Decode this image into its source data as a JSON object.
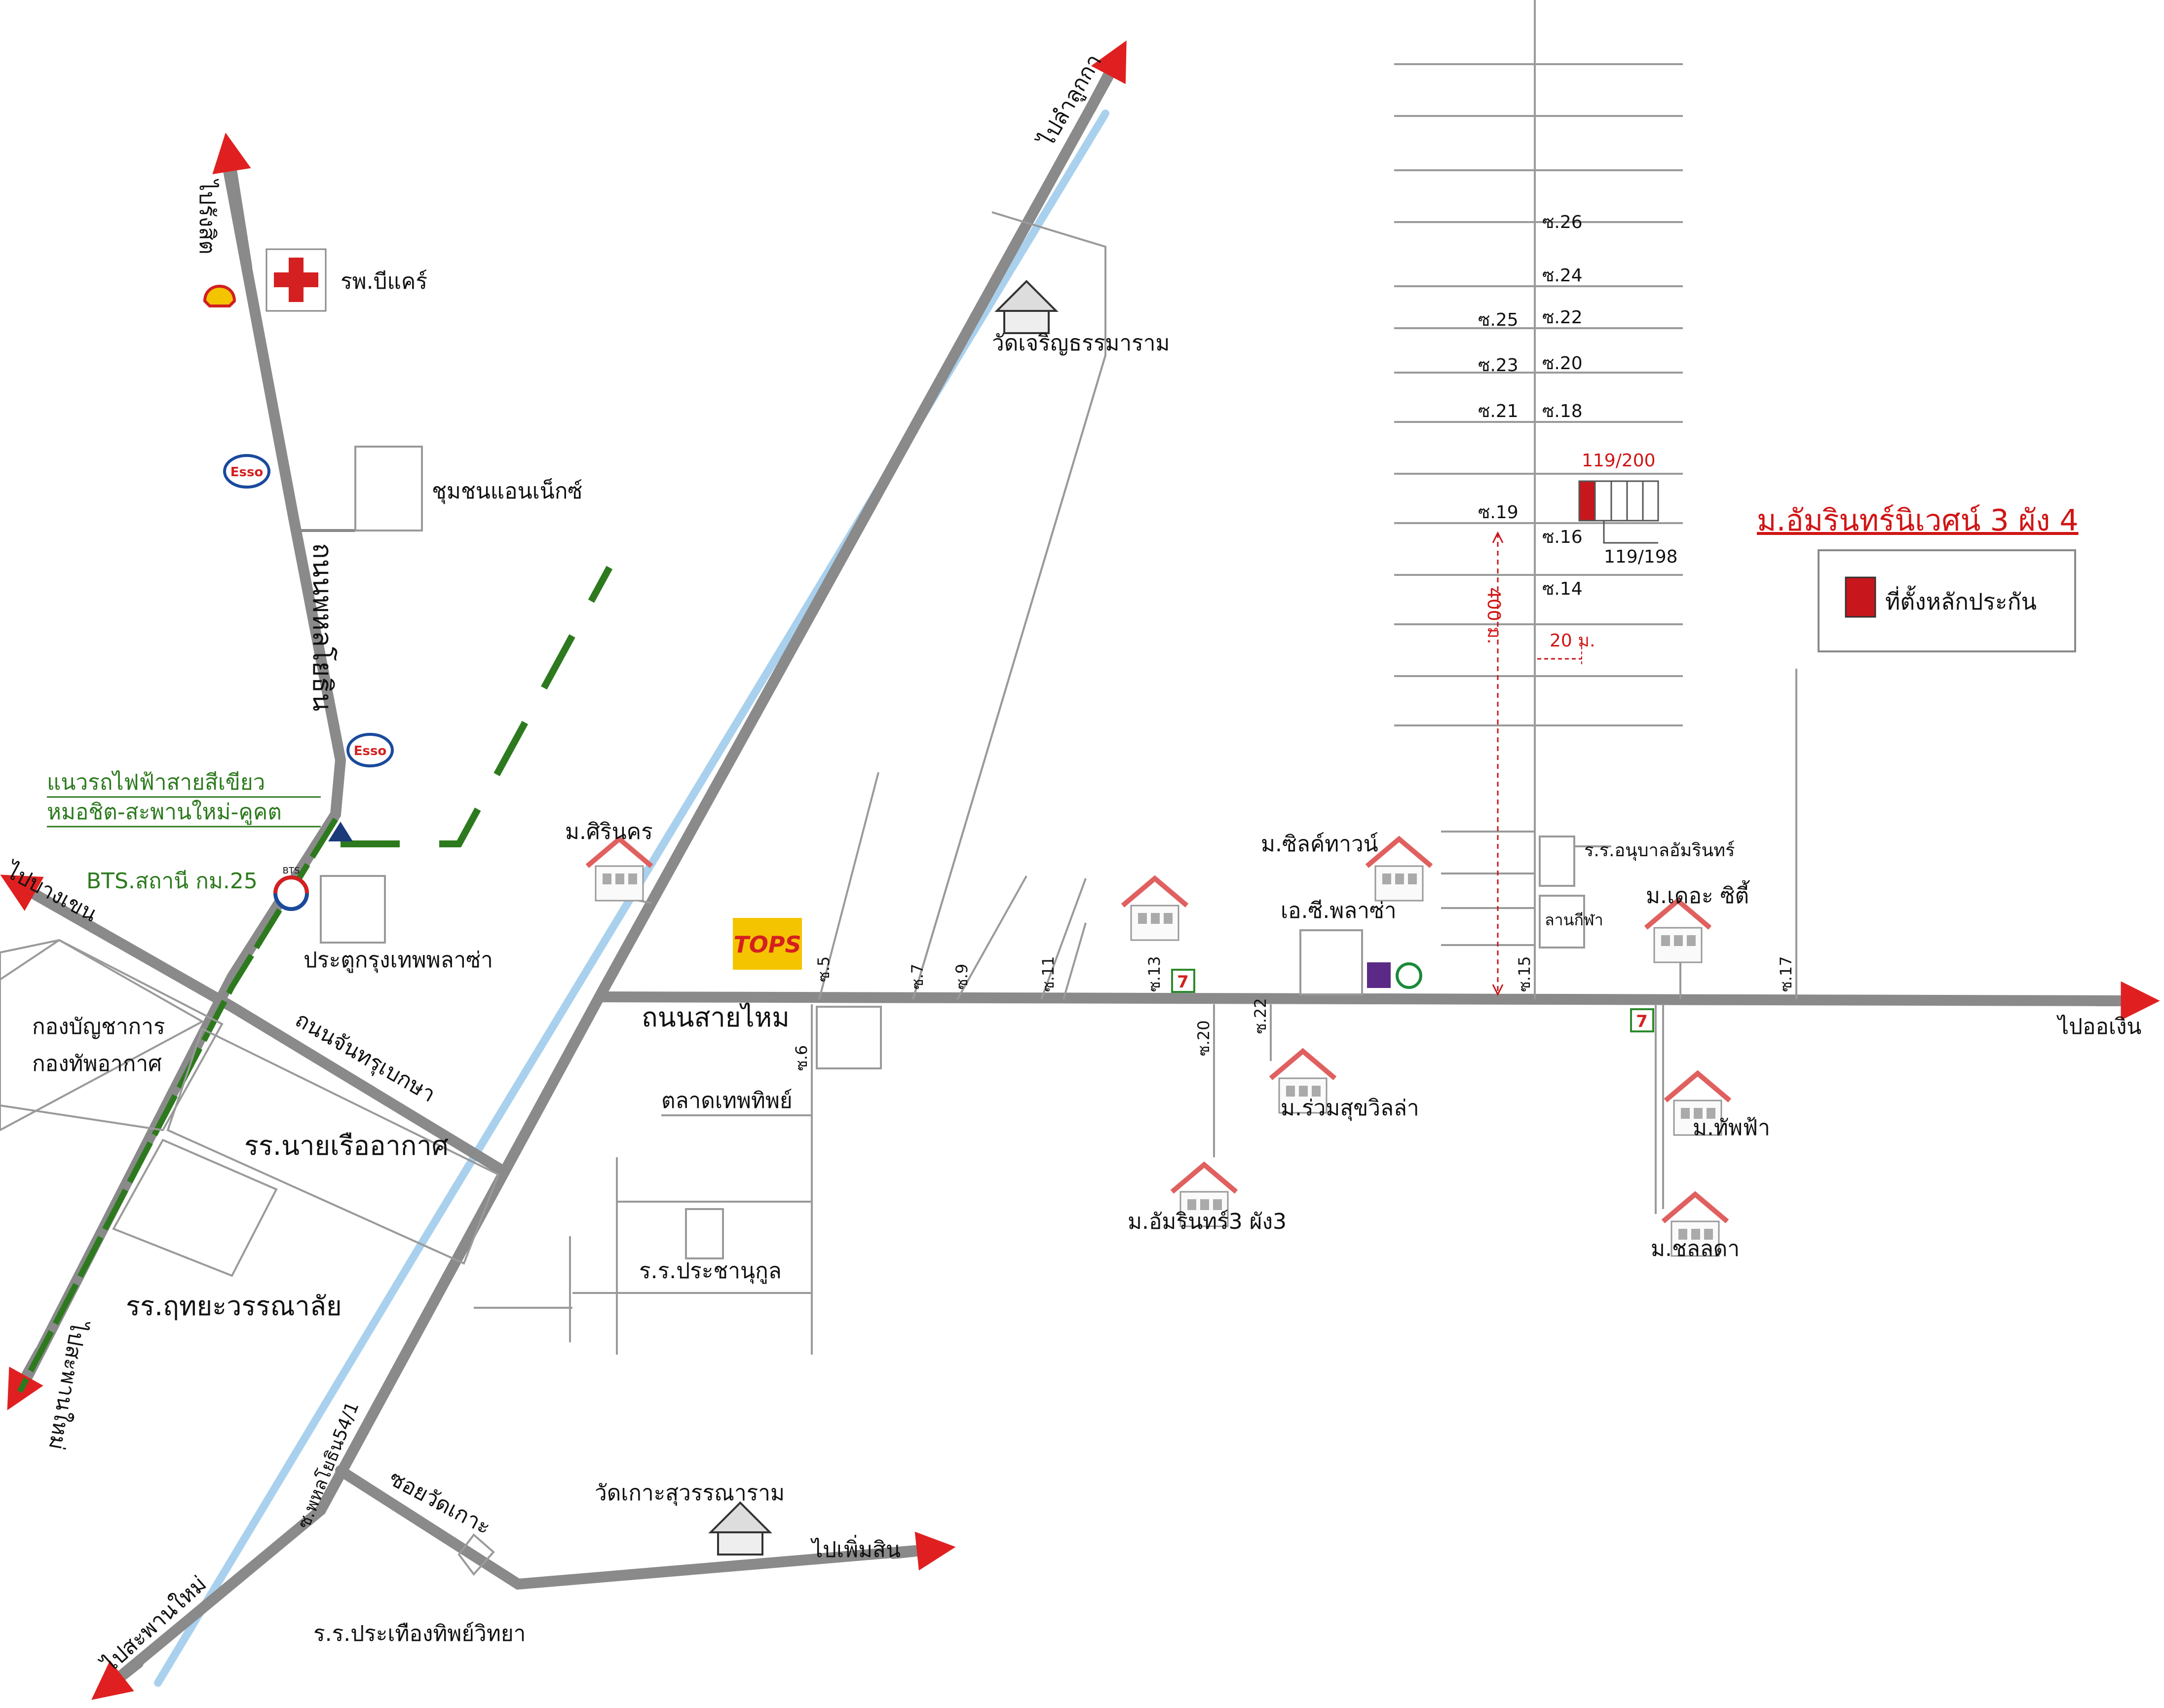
{
  "title": "ม.อัมรินทร์นิเวศน์ 3 ผัง 4",
  "legend": {
    "marker_label": "ที่ตั้งหลักประกัน",
    "marker_color": "#c8161d"
  },
  "colors": {
    "road": "#8a8a8a",
    "canal": "#a9d1ee",
    "bts_line": "#2d7a1e",
    "accent": "#e02020",
    "house_roof": "#e06060"
  },
  "roads": {
    "main": "ถนนสายไหม",
    "phahonyothin": "ถนนพหลโยธิน",
    "chanthrubeksa": "ถนนจันทรุเบกษา",
    "soi_phahon": "ซ.พหลโยธิน54/1",
    "soi_wat_ko": "ซอยวัดเกาะ"
  },
  "directions": {
    "to_rangsit": "ไปรังสิต",
    "to_lam_luk_ka": "ไปลำลูกกา",
    "to_bang_khen": "ไปบางเขน",
    "to_saphan_mai_left": "ไปสะพานใหม่",
    "to_saphan_mai_bottom": "ไปสะพานใหม่",
    "to_phermsin": "ไปเพิ่มสิน",
    "to_or_ngoen": "ไปออเงิน"
  },
  "places": {
    "bkh_hospital": "รพ.บีแคร์",
    "annex": "ชุมชนแอนเน็กซ์",
    "bts_line_1": "แนวรถไฟฟ้าสายสีเขียว",
    "bts_line_2": "หมอชิต-สะพานใหม่-คูคต",
    "bts_station": "BTS.สถานี กม.25",
    "bts_logo": "BTS",
    "bangkok_gate": "ประตูกรุงเทพพลาซ่า",
    "air_force_1": "กองบัญชาการ",
    "air_force_2": "กองทัพอากาศ",
    "school_navy": "รร.นายเรืออากาศ",
    "school_ruthai": "รร.ฤทยะวรรณาลัย",
    "wat_charoen": "วัดเจริญธรรมาราม",
    "m_sirinakorn": "ม.ศิรินคร",
    "tops": "TOPS",
    "talad_thep": "ตลาดเทพทิพย์",
    "school_pracha": "ร.ร.ประชานุกูล",
    "wat_ko": "วัดเกาะสุวรรณาราม",
    "school_prathueang": "ร.ร.ประเทืองทิพย์วิทยา",
    "m_silk_town": "ม.ซิลค์ทาวน์",
    "ac_plaza": "เอ.ซี.พลาซ่า",
    "kindergarten": "ร.ร.อนุบาลอัมรินทร์",
    "sports_ground": "ลานกีฬา",
    "m_the_city": "ม.เดอะ ซิตี้",
    "m_ruam_suk": "ม.ร่วมสุขวิลล่า",
    "m_amarin_3_3": "ม.อัมรินทร์3 ผัง3",
    "m_thap_fa": "ม.ทัพฟ้า",
    "m_chonlada": "ม.ชลลดา",
    "seven_eleven": "7"
  },
  "sois_main": [
    "ซ.5",
    "ซ.7",
    "ซ.9",
    "ซ.11",
    "ซ.13",
    "ซ.15",
    "ซ.17",
    "ซ.6",
    "ซ.20",
    "ซ.22"
  ],
  "sois_grid_right": [
    "ซ.26",
    "ซ.24",
    "ซ.22",
    "ซ.20",
    "ซ.18",
    "ซ.16",
    "ซ.14"
  ],
  "sois_grid_left": [
    "ซ.25",
    "ซ.23",
    "ซ.21",
    "ซ.19"
  ],
  "plots": {
    "plot_a": "119/200",
    "plot_b": "119/198"
  },
  "dimensions": {
    "length": "400 ม.",
    "width": "20 ม."
  }
}
